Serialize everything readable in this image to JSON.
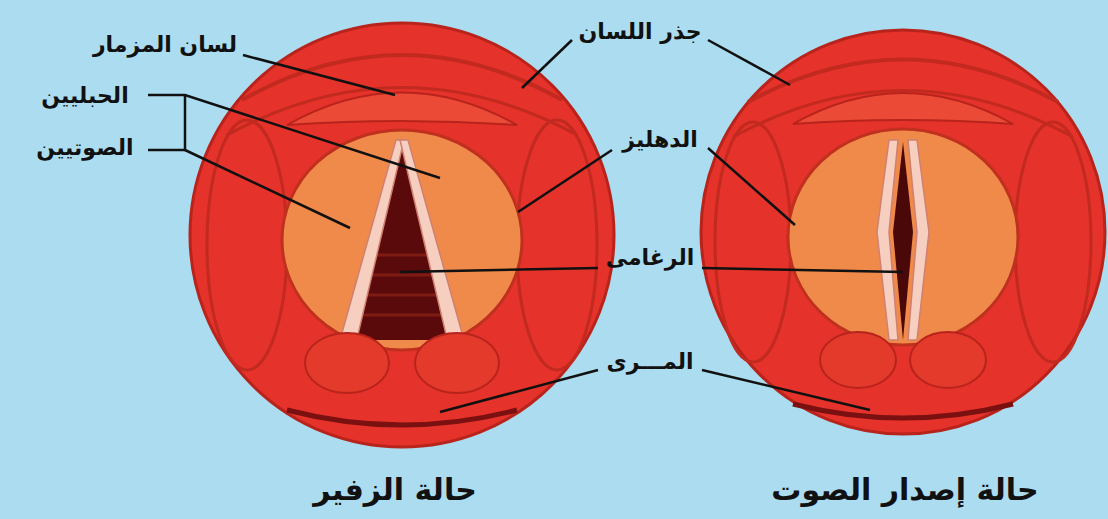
{
  "diagram": {
    "labels": [
      "لسان المزمار",
      "الحبليين الصوتيين",
      "جذر اللسان",
      "الدهليز",
      "الرغامى",
      "المـــرى",
      "حالة الزفير",
      "حالة إصدار الصوت"
    ]
  }
}
